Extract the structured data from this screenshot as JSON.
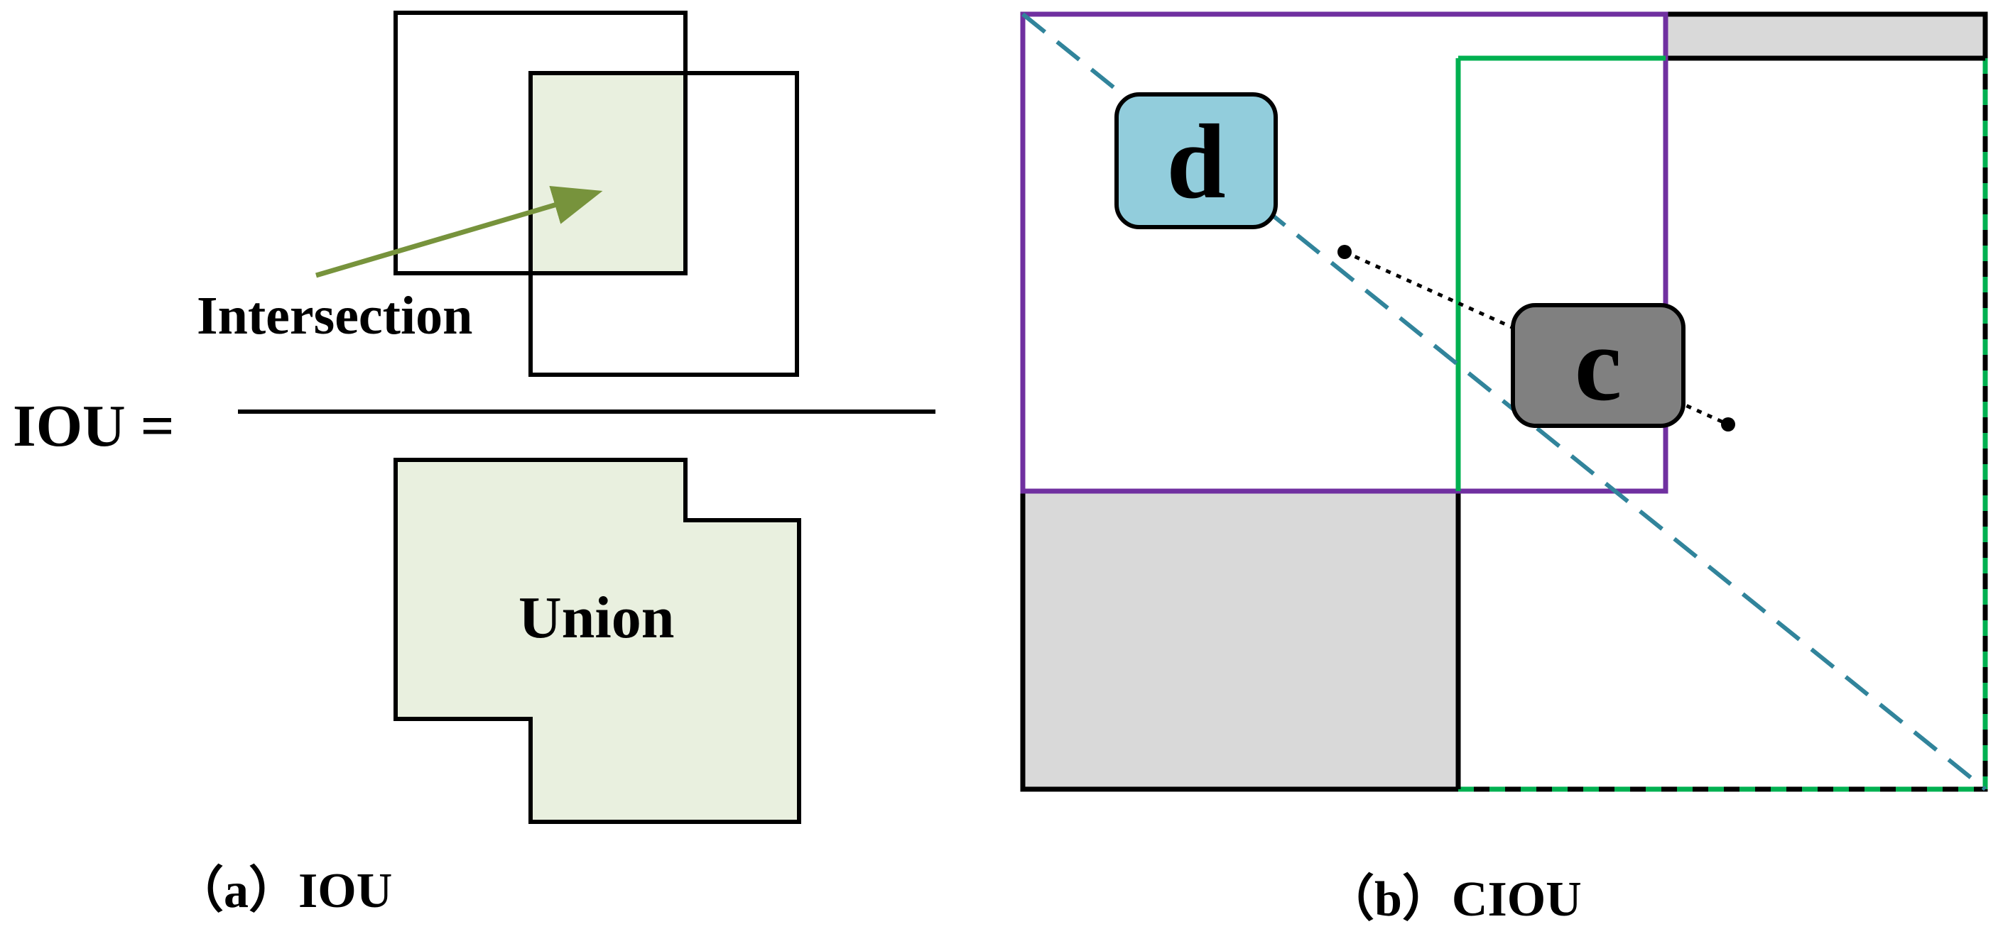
{
  "panel_a": {
    "formula_label": "IOU =",
    "intersection_label": "Intersection",
    "union_label": "Union",
    "caption": "（a）IOU"
  },
  "panel_b": {
    "distance_label": "d",
    "center_distance_label": "c",
    "caption": "（b）CIOU"
  },
  "colors": {
    "region_fill": "#e9f0df",
    "arrow": "#77933c",
    "diagonal": "#31849b",
    "gray_fill": "#d9d9d9",
    "purple_box": "#7030a0",
    "green_box": "#00b050",
    "d_badge": "#92cddc",
    "c_badge": "#808080"
  }
}
